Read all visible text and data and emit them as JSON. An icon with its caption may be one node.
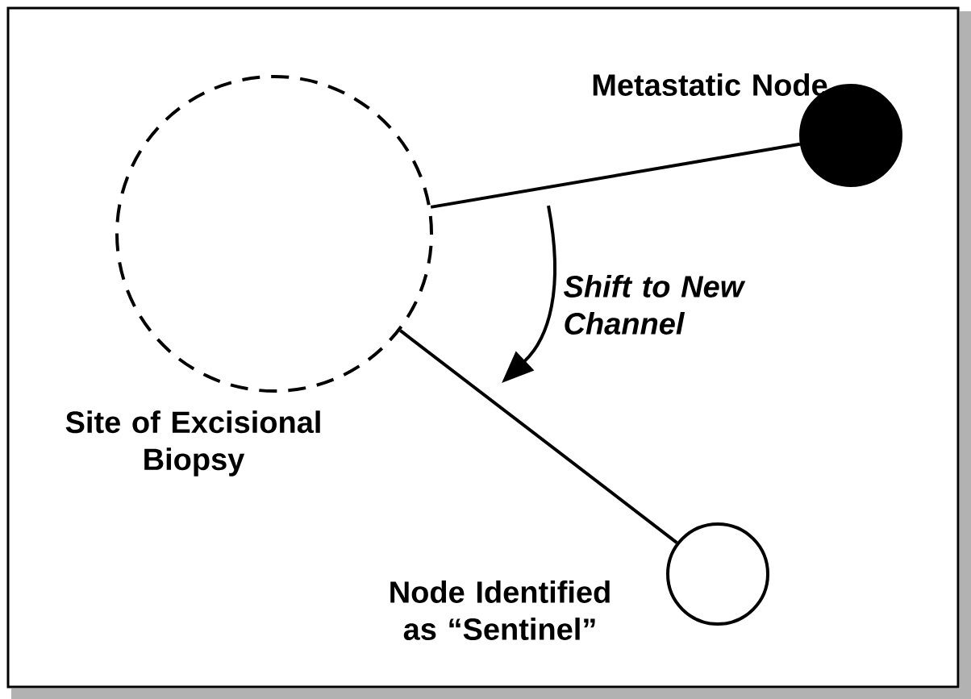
{
  "diagram": {
    "nodes": [
      {
        "text": [
          "Site of Excisional Biopsy"
        ]
      },
      {
        "text": [
          "Metastatic Node"
        ]
      },
      {
        "text": [
          "Node Identified as “Sentinel”"
        ]
      }
    ],
    "edges": [
      {
        "from": 0,
        "to": 1,
        "arrow": "none"
      },
      {
        "from": 0,
        "to": 2,
        "arrow": "none"
      }
    ],
    "labels": [
      "Shift to New Channel"
    ]
  }
}
